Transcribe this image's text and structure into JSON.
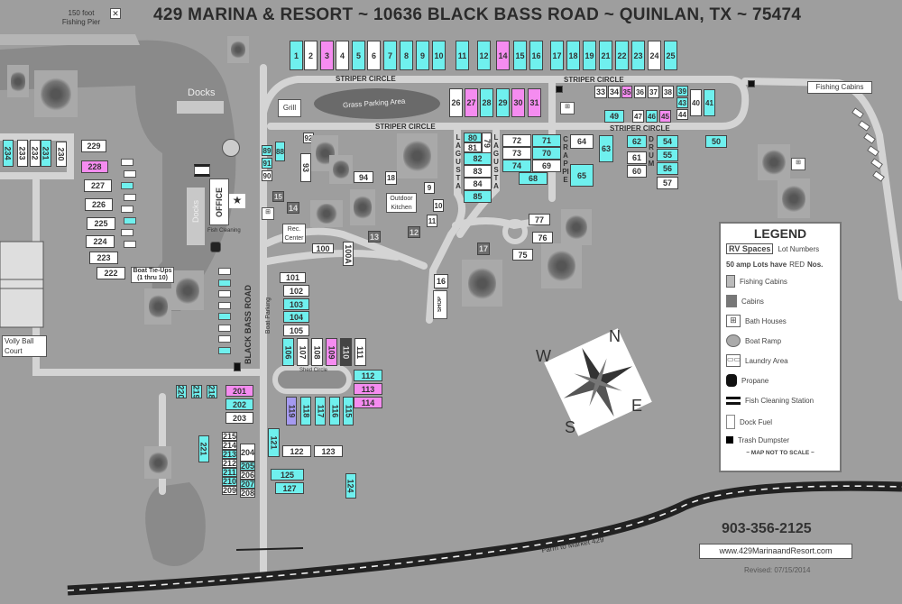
{
  "title": "429 MARINA & RESORT ~ 10636 BLACK BASS ROAD ~ QUINLAN, TX ~ 75474",
  "colors": {
    "cyan": "#6ff0ee",
    "white": "#ffffff",
    "pink": "#f58cf0",
    "dark": "#444444",
    "purple": "#a59af0",
    "gray": "#6e6e6e",
    "road": "#d4d4d4",
    "background": "#9e9e9e",
    "lake": "#8a8a8a",
    "highway": "#222222"
  },
  "labels": {
    "fishing_pier": "150 foot Fishing Pier",
    "docks_top": "Docks",
    "docks_side": "Docks",
    "office": "OFFICE",
    "grill": "Grill",
    "grass_parking": "Grass Parking Area",
    "striper_circle": "STRIPER CIRCLE",
    "lagusta": "LAGUSTA",
    "crappie": "CRAPPIE",
    "drum": "DRUM",
    "outdoor_kitchen": "Outdoor Kitchen",
    "rec_center": "Rec. Center",
    "shop": "SHOP",
    "black_bass_road": "BLACK BASS ROAD",
    "boat_parking": "Boat Parking",
    "shed_circle": "Shed Circle",
    "boat_tie_ups": "Boat Tie-Ups (1 thru 10)",
    "volleyball": "Volly Ball Court",
    "fishing_cabins": "Fishing Cabins",
    "farm_to_market": "Farm to Market 429",
    "fish_cleaning": "Fish Cleaning",
    "phone": "903-356-2125",
    "website": "www.429MarinaandResort.com",
    "revised": "Revised: 07/15/2014"
  },
  "compass": {
    "n": "N",
    "e": "E",
    "s": "S",
    "w": "W"
  },
  "legend": {
    "title": "LEGEND",
    "rv_spaces": "RV Spaces",
    "lot_numbers": "Lot Numbers",
    "amp_note": "50 amp Lots have",
    "red": "RED",
    "nos": "Nos.",
    "items": [
      {
        "icon": "fishing-cabin-icon",
        "label": "Fishing Cabins"
      },
      {
        "icon": "cabin-icon",
        "label": "Cabins"
      },
      {
        "icon": "bath-house-icon",
        "label": "Bath Houses"
      },
      {
        "icon": "boat-ramp-icon",
        "label": "Boat Ramp"
      },
      {
        "icon": "laundry-icon",
        "label": "Laundry Area"
      },
      {
        "icon": "propane-icon",
        "label": "Propane"
      },
      {
        "icon": "fish-cleaning-icon",
        "label": "Fish Cleaning Station"
      },
      {
        "icon": "dock-fuel-icon",
        "label": "Dock Fuel"
      },
      {
        "icon": "trash-dumpster-icon",
        "label": "Trash Dumpster"
      }
    ],
    "footer": "~ MAP NOT TO SCALE ~"
  },
  "lots": [
    {
      "n": "1",
      "c": "cyan"
    },
    {
      "n": "2",
      "c": "white"
    },
    {
      "n": "3",
      "c": "pink"
    },
    {
      "n": "4",
      "c": "white"
    },
    {
      "n": "5",
      "c": "cyan"
    },
    {
      "n": "6",
      "c": "white"
    },
    {
      "n": "7",
      "c": "cyan"
    },
    {
      "n": "8",
      "c": "cyan"
    },
    {
      "n": "9",
      "c": "cyan"
    },
    {
      "n": "10",
      "c": "cyan"
    },
    {
      "n": "11",
      "c": "cyan"
    },
    {
      "n": "12",
      "c": "cyan"
    },
    {
      "n": "14",
      "c": "pink"
    },
    {
      "n": "15",
      "c": "cyan"
    },
    {
      "n": "16",
      "c": "cyan"
    },
    {
      "n": "17",
      "c": "cyan"
    },
    {
      "n": "18",
      "c": "cyan"
    },
    {
      "n": "19",
      "c": "cyan"
    },
    {
      "n": "21",
      "c": "cyan"
    },
    {
      "n": "22",
      "c": "cyan"
    },
    {
      "n": "23",
      "c": "cyan"
    },
    {
      "n": "24",
      "c": "white"
    },
    {
      "n": "25",
      "c": "cyan"
    },
    {
      "n": "26",
      "c": "white"
    },
    {
      "n": "27",
      "c": "pink"
    },
    {
      "n": "28",
      "c": "cyan"
    },
    {
      "n": "29",
      "c": "cyan"
    },
    {
      "n": "30",
      "c": "pink"
    },
    {
      "n": "31",
      "c": "pink"
    },
    {
      "n": "33",
      "c": "white"
    },
    {
      "n": "34",
      "c": "white"
    },
    {
      "n": "35",
      "c": "pink"
    },
    {
      "n": "36",
      "c": "white"
    },
    {
      "n": "37",
      "c": "white"
    },
    {
      "n": "38",
      "c": "white"
    },
    {
      "n": "39",
      "c": "cyan"
    },
    {
      "n": "43",
      "c": "cyan"
    },
    {
      "n": "40",
      "c": "white"
    },
    {
      "n": "41",
      "c": "cyan"
    },
    {
      "n": "44",
      "c": "white"
    },
    {
      "n": "49",
      "c": "cyan"
    },
    {
      "n": "47",
      "c": "white"
    },
    {
      "n": "46",
      "c": "cyan"
    },
    {
      "n": "45",
      "c": "pink"
    },
    {
      "n": "234",
      "c": "cyan"
    },
    {
      "n": "233",
      "c": "white"
    },
    {
      "n": "232",
      "c": "white"
    },
    {
      "n": "231",
      "c": "cyan"
    },
    {
      "n": "230",
      "c": "white"
    },
    {
      "n": "229",
      "c": "white"
    },
    {
      "n": "228",
      "c": "pink"
    },
    {
      "n": "227",
      "c": "white"
    },
    {
      "n": "226",
      "c": "white"
    },
    {
      "n": "225",
      "c": "white"
    },
    {
      "n": "224",
      "c": "white"
    },
    {
      "n": "223",
      "c": "white"
    },
    {
      "n": "222",
      "c": "white"
    },
    {
      "n": "80",
      "c": "cyan"
    },
    {
      "n": "79",
      "c": "white"
    },
    {
      "n": "81",
      "c": "white"
    },
    {
      "n": "82",
      "c": "cyan"
    },
    {
      "n": "83",
      "c": "white"
    },
    {
      "n": "84",
      "c": "white"
    },
    {
      "n": "85",
      "c": "cyan"
    },
    {
      "n": "72",
      "c": "white"
    },
    {
      "n": "71",
      "c": "cyan"
    },
    {
      "n": "73",
      "c": "white"
    },
    {
      "n": "70",
      "c": "cyan"
    },
    {
      "n": "74",
      "c": "cyan"
    },
    {
      "n": "69",
      "c": "white"
    },
    {
      "n": "68",
      "c": "cyan"
    },
    {
      "n": "64",
      "c": "white"
    },
    {
      "n": "63",
      "c": "cyan"
    },
    {
      "n": "65",
      "c": "cyan"
    },
    {
      "n": "62",
      "c": "cyan"
    },
    {
      "n": "61",
      "c": "white"
    },
    {
      "n": "60",
      "c": "white"
    },
    {
      "n": "54",
      "c": "cyan"
    },
    {
      "n": "55",
      "c": "cyan"
    },
    {
      "n": "56",
      "c": "cyan"
    },
    {
      "n": "57",
      "c": "white"
    },
    {
      "n": "50",
      "c": "cyan"
    },
    {
      "n": "92",
      "c": "white"
    },
    {
      "n": "93",
      "c": "white"
    },
    {
      "n": "94",
      "c": "white"
    },
    {
      "n": "18",
      "c": "white"
    },
    {
      "n": "9",
      "c": "white"
    },
    {
      "n": "10",
      "c": "white"
    },
    {
      "n": "11",
      "c": "white"
    },
    {
      "n": "12",
      "c": "gray"
    },
    {
      "n": "13",
      "c": "gray"
    },
    {
      "n": "14",
      "c": "gray"
    },
    {
      "n": "15",
      "c": "gray"
    },
    {
      "n": "17",
      "c": "gray"
    },
    {
      "n": "16",
      "c": "white"
    },
    {
      "n": "77",
      "c": "white"
    },
    {
      "n": "76",
      "c": "white"
    },
    {
      "n": "75",
      "c": "white"
    },
    {
      "n": "100",
      "c": "white"
    },
    {
      "n": "100A",
      "c": "white"
    },
    {
      "n": "89",
      "c": "cyan"
    },
    {
      "n": "91",
      "c": "cyan"
    },
    {
      "n": "90",
      "c": "white"
    },
    {
      "n": "88",
      "c": "cyan"
    },
    {
      "n": "101",
      "c": "white"
    },
    {
      "n": "102",
      "c": "white"
    },
    {
      "n": "103",
      "c": "cyan"
    },
    {
      "n": "104",
      "c": "cyan"
    },
    {
      "n": "105",
      "c": "white"
    },
    {
      "n": "106",
      "c": "cyan"
    },
    {
      "n": "107",
      "c": "white"
    },
    {
      "n": "108",
      "c": "white"
    },
    {
      "n": "109",
      "c": "pink"
    },
    {
      "n": "110",
      "c": "dark"
    },
    {
      "n": "111",
      "c": "white"
    },
    {
      "n": "112",
      "c": "cyan"
    },
    {
      "n": "113",
      "c": "pink"
    },
    {
      "n": "114",
      "c": "pink"
    },
    {
      "n": "119",
      "c": "purple"
    },
    {
      "n": "118",
      "c": "cyan"
    },
    {
      "n": "117",
      "c": "cyan"
    },
    {
      "n": "116",
      "c": "cyan"
    },
    {
      "n": "115",
      "c": "cyan"
    },
    {
      "n": "121",
      "c": "cyan"
    },
    {
      "n": "122",
      "c": "white"
    },
    {
      "n": "123",
      "c": "white"
    },
    {
      "n": "125",
      "c": "cyan"
    },
    {
      "n": "127",
      "c": "cyan"
    },
    {
      "n": "124",
      "c": "cyan"
    },
    {
      "n": "201",
      "c": "pink"
    },
    {
      "n": "202",
      "c": "cyan"
    },
    {
      "n": "203",
      "c": "white"
    },
    {
      "n": "220",
      "c": "cyan"
    },
    {
      "n": "219",
      "c": "cyan"
    },
    {
      "n": "218",
      "c": "cyan"
    },
    {
      "n": "221",
      "c": "cyan"
    },
    {
      "n": "215",
      "c": "white"
    },
    {
      "n": "214",
      "c": "white"
    },
    {
      "n": "213",
      "c": "cyan"
    },
    {
      "n": "212",
      "c": "white"
    },
    {
      "n": "211",
      "c": "cyan"
    },
    {
      "n": "210",
      "c": "cyan"
    },
    {
      "n": "209",
      "c": "white"
    },
    {
      "n": "204",
      "c": "white"
    },
    {
      "n": "205",
      "c": "cyan"
    },
    {
      "n": "206",
      "c": "white"
    },
    {
      "n": "207",
      "c": "cyan"
    },
    {
      "n": "208",
      "c": "white"
    }
  ]
}
